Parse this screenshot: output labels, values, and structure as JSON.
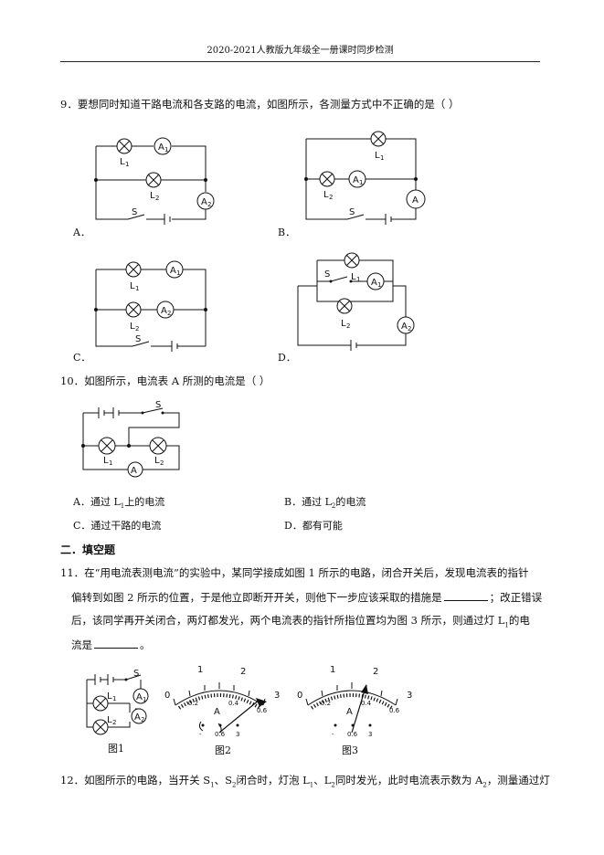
{
  "header": {
    "title": "2020-2021人教版九年级全一册课时同步检测"
  },
  "q9": {
    "stem": "9．要想同时知道干路电流和各支路的电流，如图所示，各测量方式中不正确的是（      ）",
    "options": [
      "A．",
      "B．",
      "C．",
      "D．"
    ]
  },
  "q10": {
    "stem": "10．如图所示，电流表 A 所测的电流是（      ）",
    "options": [
      {
        "letter": "A．",
        "text": "通过 L",
        "sub": "1",
        "rest": "上的电流"
      },
      {
        "letter": "B．",
        "text": "通过 L",
        "sub": "2",
        "rest": "的电流"
      },
      {
        "letter": "C．",
        "text": "通过干路的电流",
        "sub": "",
        "rest": ""
      },
      {
        "letter": "D．",
        "text": "都有可能",
        "sub": "",
        "rest": ""
      }
    ]
  },
  "section2": {
    "title": "二．填空题"
  },
  "q11": {
    "line1": "11．在“用电流表测电流”的实验中，某同学接成如图 1 所示的电路，闭合开关后，发现电流表的指针",
    "line2a": "偏转到如图 2 所示的位置，于是他立即断开开关，则他下一步应该采取的措施是",
    "line2b": "；改正错误",
    "line3a": "后，该同学再开关闭合，两灯都发光，两个电流表的指针所指位置均为图 3 所示，则通过灯 L",
    "line3sub": "1",
    "line3b": "的电",
    "line4": "流是",
    "line4end": "。",
    "fig_labels": [
      "图1",
      "图2",
      "图3"
    ]
  },
  "q12": {
    "stem_a": "12．如图所示的电路，当开关 S",
    "s1": "1",
    "sep": "、S",
    "s2": "2",
    "stem_b": "闭合时，灯泡 L",
    "l1": "1",
    "sep2": "、L",
    "l2": "2",
    "stem_c": "同时发光，此时电流表示数为 A",
    "a2": "2",
    "stem_d": "，测量通过灯"
  },
  "labels": {
    "L": "L",
    "sub1": "1",
    "sub2": "2",
    "A": "A",
    "S": "S",
    "meter_big": [
      "0",
      "1",
      "2",
      "3"
    ],
    "meter_small": [
      "0.2",
      "0.4",
      "0.6"
    ],
    "terminals": [
      "-",
      "0.6",
      "3"
    ]
  }
}
